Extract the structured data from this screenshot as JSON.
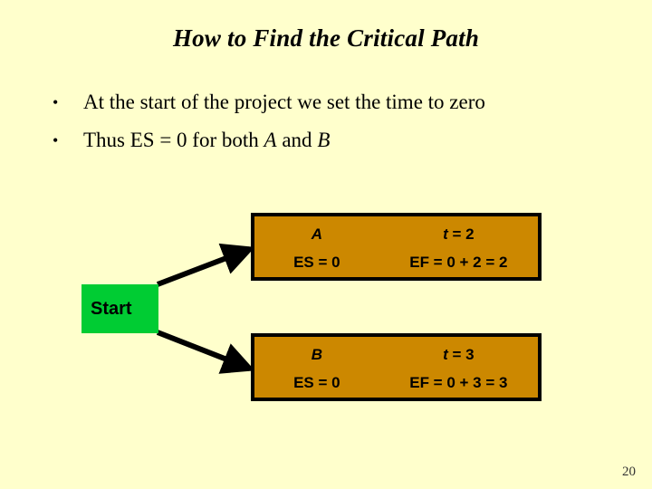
{
  "slide": {
    "title": "How to Find the Critical Path",
    "page_number": "20",
    "background_color": "#ffffcc"
  },
  "bullets": [
    {
      "marker": "•",
      "text": "At the start of the project we set the time to zero"
    },
    {
      "marker": "•",
      "prefix": "Thus ES = 0 for both ",
      "emphasis_1": "A",
      "middle": " and ",
      "emphasis_2": "B"
    }
  ],
  "diagram": {
    "start_node": {
      "label": "Start",
      "fill_color": "#00cc33"
    },
    "nodes": [
      {
        "id": "A",
        "name_label": "A",
        "duration_label": "t = 2",
        "duration_symbol": "t",
        "duration_value": "= 2",
        "es_label": "ES = 0",
        "ef_label": "EF = 0 + 2 = 2",
        "fill_color": "#cc8800",
        "border_color": "#000000"
      },
      {
        "id": "B",
        "name_label": "B",
        "duration_label": "t = 3",
        "duration_symbol": "t",
        "duration_value": "= 3",
        "es_label": "ES = 0",
        "ef_label": "EF = 0 + 3 = 3",
        "fill_color": "#cc8800",
        "border_color": "#000000"
      }
    ],
    "connectors": [
      {
        "from": "Start",
        "to": "A"
      },
      {
        "from": "Start",
        "to": "B"
      }
    ]
  }
}
